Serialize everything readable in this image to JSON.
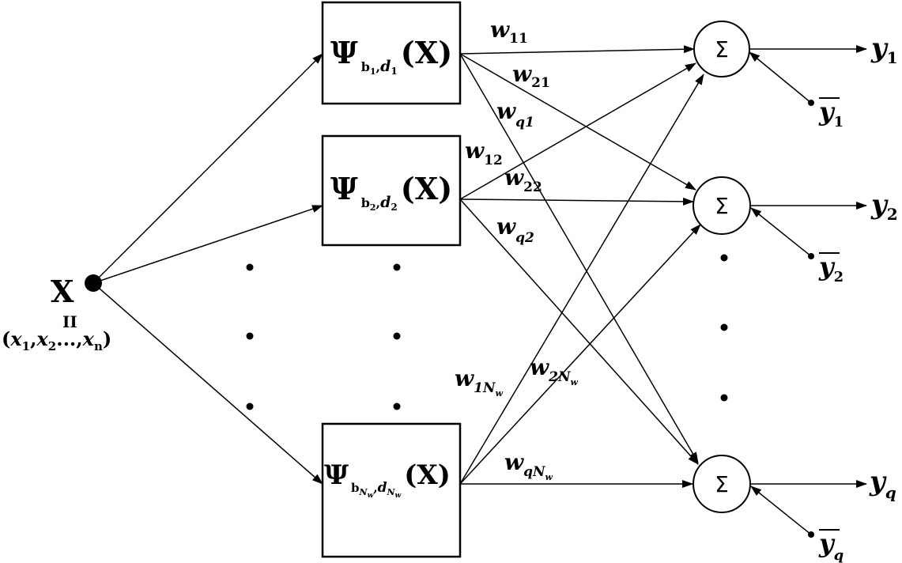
{
  "input": {
    "vector": "X",
    "components": "(x1, x2,..., xn)",
    "components_parts": {
      "open": "(",
      "x": "x",
      "i1": "1",
      "i2": "2",
      "sep": ",",
      "ellipsis": "...,",
      "in": "n",
      "close": ")",
      "mark": "II"
    }
  },
  "wavelons": [
    {
      "id": "1",
      "psi": "Ψ",
      "b": "b",
      "d": "d",
      "sub": "1",
      "arg": "(X)"
    },
    {
      "id": "2",
      "psi": "Ψ",
      "b": "b",
      "d": "d",
      "sub": "2",
      "arg": "(X)"
    },
    {
      "id": "Nw",
      "psi": "Ψ",
      "b": "b",
      "d": "d",
      "sub": "N",
      "subsub": "w",
      "arg": "(X)"
    }
  ],
  "summing_nodes": [
    {
      "id": "1",
      "symbol": "Σ"
    },
    {
      "id": "2",
      "symbol": "Σ"
    },
    {
      "id": "q",
      "symbol": "Σ"
    }
  ],
  "outputs": [
    {
      "var": "y",
      "sub": "1"
    },
    {
      "var": "y",
      "sub": "2"
    },
    {
      "var": "y",
      "sub": "q"
    }
  ],
  "targets": [
    {
      "var": "y",
      "sub": "1"
    },
    {
      "var": "y",
      "sub": "2"
    },
    {
      "var": "y",
      "sub": "q"
    }
  ],
  "weights": {
    "w": "w",
    "w11": "11",
    "w21": "21",
    "wq1": "q1",
    "w12": "12",
    "w22": "22",
    "wq2": "q2",
    "w1Nw": "1N",
    "w2Nw": "2N",
    "wqNw": "qN",
    "Nw_sub": "w"
  }
}
